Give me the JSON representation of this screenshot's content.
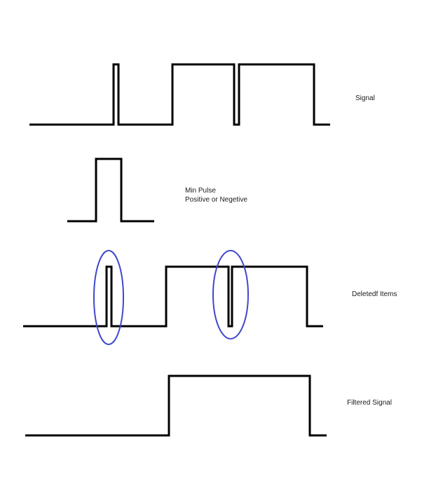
{
  "labels": {
    "signal": "Signal",
    "min_pulse_line1": "Min Pulse",
    "min_pulse_line2": "Positive or Negetive",
    "deleted_items": "Deletedf Items",
    "filtered_signal": "Filtered Signal"
  },
  "colors": {
    "waveform": "#000000",
    "highlight": "#3f48cc",
    "background": "#ffffff"
  }
}
